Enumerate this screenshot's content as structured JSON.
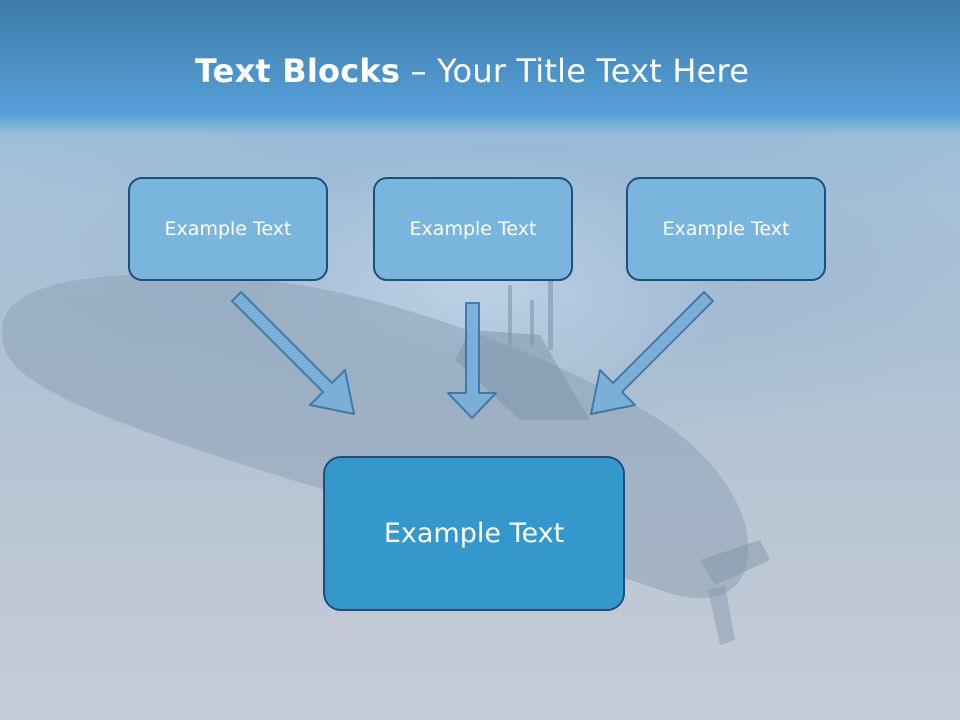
{
  "slide": {
    "title_bold": "Text Blocks",
    "title_dash": " – ",
    "title_rest": "Your Title Text Here"
  },
  "blocks": {
    "top": [
      "Example Text",
      "Example Text",
      "Example Text"
    ],
    "bottom": "Example Text"
  },
  "colors": {
    "box_top_fill": "#7ab5de",
    "box_bottom_fill": "#3498cc",
    "box_border": "#1f4f78",
    "arrow_fill": "#7aafd9",
    "arrow_stroke": "#3f77a6"
  }
}
